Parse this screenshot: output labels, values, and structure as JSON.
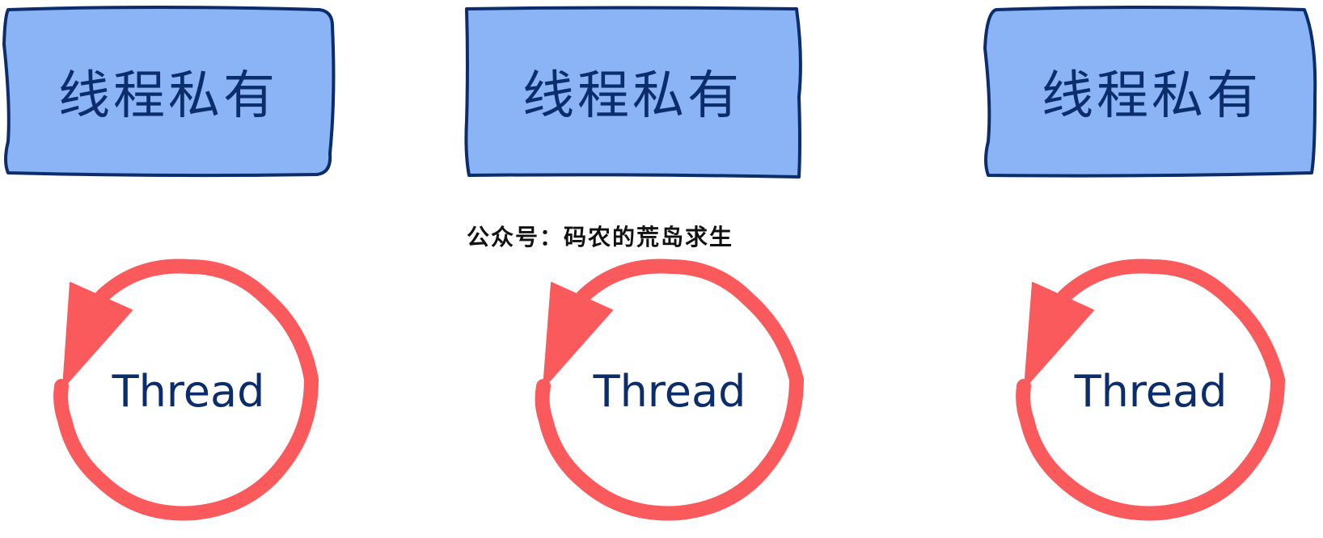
{
  "diagram": {
    "watermark": "公众号：码农的荒岛求生",
    "columns": [
      {
        "box_label": "线程私有",
        "thread_label": "Thread"
      },
      {
        "box_label": "线程私有",
        "thread_label": "Thread"
      },
      {
        "box_label": "线程私有",
        "thread_label": "Thread"
      }
    ]
  },
  "colors": {
    "box_fill": "#8ab4f6",
    "box_stroke": "#0b2d6b",
    "thread_stroke": "#fb5a5d",
    "thread_text": "#0b2d6b"
  }
}
